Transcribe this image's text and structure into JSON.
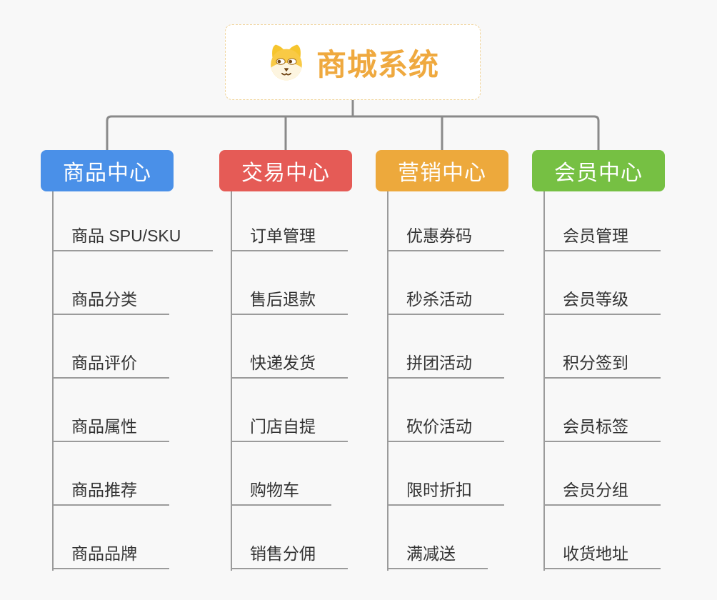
{
  "root": {
    "title": "商城系统",
    "icon": "shiba-dog-icon"
  },
  "colors": {
    "background": "#f8f8f8",
    "connector": "#8a8a8a",
    "underline": "#9b9b9b",
    "root_border": "#f0d49b",
    "root_title": "#efa93f",
    "item_text": "#333333",
    "branch_text": "#ffffff"
  },
  "branches": [
    {
      "label": "商品中心",
      "color": "#4a90e8",
      "children": [
        "商品 SPU/SKU",
        "商品分类",
        "商品评价",
        "商品属性",
        "商品推荐",
        "商品品牌"
      ]
    },
    {
      "label": "交易中心",
      "color": "#e55b56",
      "children": [
        "订单管理",
        "售后退款",
        "快递发货",
        "门店自提",
        "购物车",
        "销售分佣"
      ]
    },
    {
      "label": "营销中心",
      "color": "#eda93c",
      "children": [
        "优惠券码",
        "秒杀活动",
        "拼团活动",
        "砍价活动",
        "限时折扣",
        "满减送"
      ]
    },
    {
      "label": "会员中心",
      "color": "#76c043",
      "children": [
        "会员管理",
        "会员等级",
        "积分签到",
        "会员标签",
        "会员分组",
        "收货地址"
      ]
    }
  ]
}
